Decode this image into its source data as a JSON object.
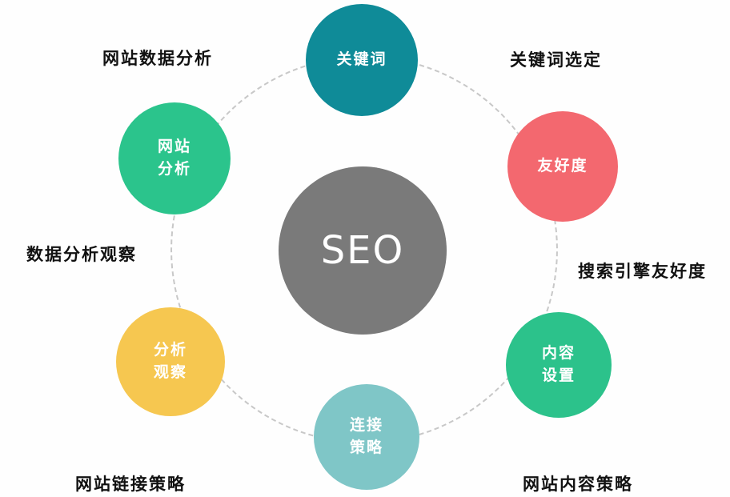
{
  "diagram": {
    "center": {
      "label": "SEO",
      "color": "#7a7a7a",
      "text_color": "#ffffff"
    },
    "ring_color": "#c8c8c8",
    "nodes": [
      {
        "id": "keywords",
        "label": "关键词",
        "color": "#0f8b98"
      },
      {
        "id": "friendliness",
        "label": "友好度",
        "color": "#f3686f"
      },
      {
        "id": "content-settings",
        "label": "内容\n设置",
        "color": "#2cc28b"
      },
      {
        "id": "link-strategy",
        "label": "连接\n策略",
        "color": "#7fc6c7"
      },
      {
        "id": "analysis-observation",
        "label": "分析\n观察",
        "color": "#f6c750"
      },
      {
        "id": "site-analysis",
        "label": "网站\n分析",
        "color": "#2bc48c"
      }
    ],
    "outer_labels": [
      {
        "id": "website-data-analysis",
        "text": "网站数据分析"
      },
      {
        "id": "keyword-selection",
        "text": "关键词选定"
      },
      {
        "id": "search-engine-friendliness",
        "text": "搜索引擎友好度"
      },
      {
        "id": "website-content-strategy",
        "text": "网站内容策略"
      },
      {
        "id": "website-link-strategy",
        "text": "网站链接策略"
      },
      {
        "id": "data-analysis-observation",
        "text": "数据分析观察"
      }
    ]
  }
}
